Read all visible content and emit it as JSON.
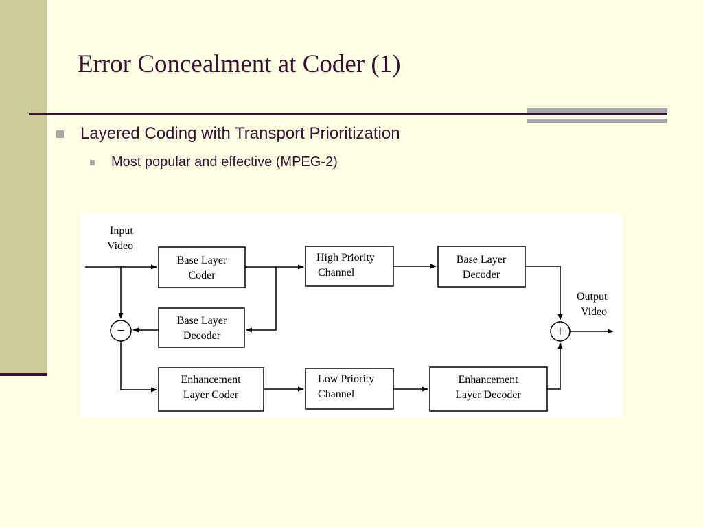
{
  "slide": {
    "title": "Error Concealment at Coder (1)",
    "bullets": [
      {
        "text": "Layered Coding with Transport Prioritization",
        "sub": [
          "Most popular and effective (MPEG-2)"
        ]
      }
    ]
  },
  "diagram": {
    "input_label": [
      "Input",
      "Video"
    ],
    "output_label": [
      "Output",
      "Video"
    ],
    "boxes": {
      "base_layer_coder": [
        "Base Layer",
        "Coder"
      ],
      "high_priority_channel": [
        "High Priority",
        "Channel"
      ],
      "base_layer_decoder_top": [
        "Base Layer",
        "Decoder"
      ],
      "base_layer_decoder_local": [
        "Base Layer",
        "Decoder"
      ],
      "enhancement_layer_coder": [
        "Enhancement",
        "Layer Coder"
      ],
      "low_priority_channel": [
        "Low Priority",
        "Channel"
      ],
      "enhancement_layer_decoder": [
        "Enhancement",
        "Layer Decoder"
      ]
    },
    "subtract_symbol": "−",
    "add_symbol": "+"
  },
  "colors": {
    "background": "#FFFFE3",
    "side_band": "#CCCC99",
    "accent": "#3A0F34",
    "bullet": "#A8A8A8",
    "gray_bar": "#A7A7B0"
  }
}
